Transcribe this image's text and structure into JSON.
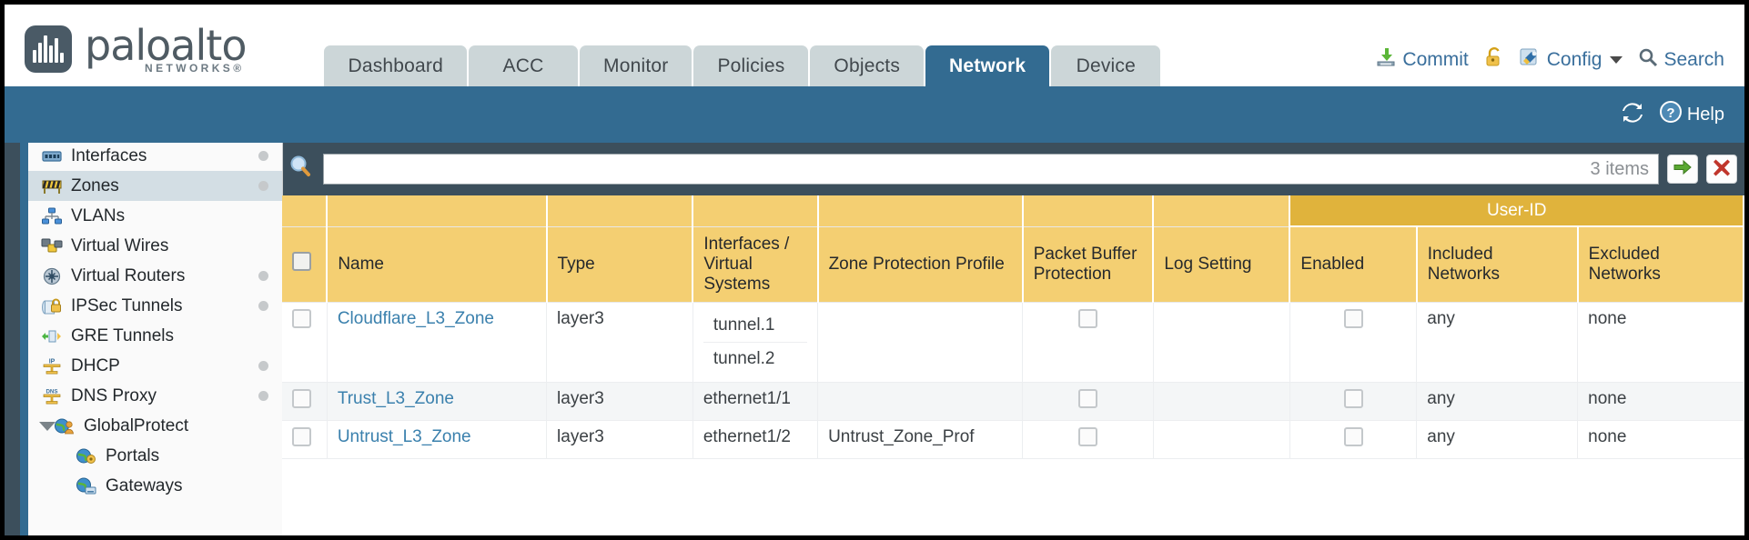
{
  "brand": {
    "name": "paloalto",
    "tagline": "NETWORKS®"
  },
  "nav": {
    "tabs": [
      {
        "label": "Dashboard",
        "active": false
      },
      {
        "label": "ACC",
        "active": false
      },
      {
        "label": "Monitor",
        "active": false
      },
      {
        "label": "Policies",
        "active": false
      },
      {
        "label": "Objects",
        "active": false
      },
      {
        "label": "Network",
        "active": true
      },
      {
        "label": "Device",
        "active": false
      }
    ]
  },
  "toolbar": {
    "commit_label": "Commit",
    "config_label": "Config",
    "search_label": "Search",
    "lock_icon": "padlock-icon",
    "commit_icon": "commit-icon",
    "config_icon": "config-wrench-key-icon",
    "search_icon": "magnifier-icon",
    "caret_icon": "chevron-down-icon"
  },
  "band": {
    "refresh_icon": "refresh-icon",
    "help_label": "Help",
    "help_icon": "help-question-icon"
  },
  "sidebar": {
    "items": [
      {
        "label": "Interfaces",
        "icon": "interfaces-icon",
        "selected": false,
        "dot": true,
        "child": false,
        "expander": false
      },
      {
        "label": "Zones",
        "icon": "zones-barrier-icon",
        "selected": true,
        "dot": true,
        "child": false,
        "expander": false
      },
      {
        "label": "VLANs",
        "icon": "vlans-icon",
        "selected": false,
        "dot": false,
        "child": false,
        "expander": false
      },
      {
        "label": "Virtual Wires",
        "icon": "virtual-wires-icon",
        "selected": false,
        "dot": false,
        "child": false,
        "expander": false
      },
      {
        "label": "Virtual Routers",
        "icon": "virtual-routers-icon",
        "selected": false,
        "dot": true,
        "child": false,
        "expander": false
      },
      {
        "label": "IPSec Tunnels",
        "icon": "ipsec-tunnels-icon",
        "selected": false,
        "dot": true,
        "child": false,
        "expander": false
      },
      {
        "label": "GRE Tunnels",
        "icon": "gre-tunnels-icon",
        "selected": false,
        "dot": false,
        "child": false,
        "expander": false
      },
      {
        "label": "DHCP",
        "icon": "dhcp-icon",
        "selected": false,
        "dot": true,
        "child": false,
        "expander": false
      },
      {
        "label": "DNS Proxy",
        "icon": "dns-proxy-icon",
        "selected": false,
        "dot": true,
        "child": false,
        "expander": false
      },
      {
        "label": "GlobalProtect",
        "icon": "globalprotect-icon",
        "selected": false,
        "dot": false,
        "child": false,
        "expander": true
      },
      {
        "label": "Portals",
        "icon": "portals-icon",
        "selected": false,
        "dot": false,
        "child": true,
        "expander": false
      },
      {
        "label": "Gateways",
        "icon": "gateways-icon",
        "selected": false,
        "dot": false,
        "child": true,
        "expander": false
      }
    ]
  },
  "search": {
    "value": "",
    "placeholder": "",
    "items_count": "3 items",
    "apply_icon": "green-arrow-icon",
    "clear_icon": "red-x-icon",
    "search_icon": "magnifier-icon"
  },
  "table": {
    "group_header": {
      "label": "User-ID",
      "spans": [
        "Enabled",
        "Included Networks",
        "Excluded Networks"
      ]
    },
    "columns": [
      "Name",
      "Type",
      "Interfaces / Virtual Systems",
      "Zone Protection Profile",
      "Packet Buffer Protection",
      "Log Setting",
      "Enabled",
      "Included Networks",
      "Excluded Networks"
    ],
    "rows": [
      {
        "name": "Cloudflare_L3_Zone",
        "type": "layer3",
        "interfaces": [
          "tunnel.1",
          "tunnel.2"
        ],
        "zone_protection_profile": "",
        "packet_buffer_protection": false,
        "log_setting": "",
        "userid_enabled": false,
        "included_networks": "any",
        "excluded_networks": "none"
      },
      {
        "name": "Trust_L3_Zone",
        "type": "layer3",
        "interfaces": [
          "ethernet1/1"
        ],
        "zone_protection_profile": "",
        "packet_buffer_protection": false,
        "log_setting": "",
        "userid_enabled": false,
        "included_networks": "any",
        "excluded_networks": "none"
      },
      {
        "name": "Untrust_L3_Zone",
        "type": "layer3",
        "interfaces": [
          "ethernet1/2"
        ],
        "zone_protection_profile": "Untrust_Zone_Prof",
        "packet_buffer_protection": false,
        "log_setting": "",
        "userid_enabled": false,
        "included_networks": "any",
        "excluded_networks": "none"
      }
    ]
  },
  "colors": {
    "accent_blue": "#336b91",
    "header_yellow": "#f4cf72",
    "group_yellow": "#e0b33c",
    "link_blue": "#3a80ad"
  }
}
